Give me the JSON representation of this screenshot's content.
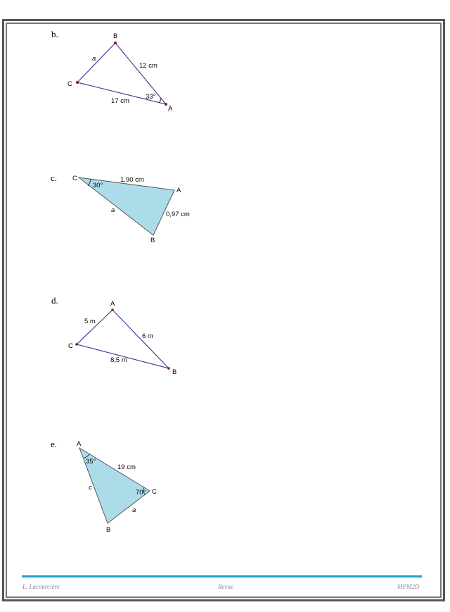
{
  "problems": [
    {
      "label": "b.",
      "vertices": {
        "A": "A",
        "B": "B",
        "C": "C"
      },
      "sides": {
        "CB": "a",
        "BA": "12 cm",
        "CA": "17 cm"
      },
      "angles": {
        "A": "33°"
      },
      "shaded": false
    },
    {
      "label": "c.",
      "vertices": {
        "A": "A",
        "B": "B",
        "C": "C"
      },
      "sides": {
        "CA": "1,90 cm",
        "AB": "0,97 cm",
        "CB": "a"
      },
      "angles": {
        "C": "30°"
      },
      "shaded": true
    },
    {
      "label": "d.",
      "vertices": {
        "A": "A",
        "B": "B",
        "C": "C"
      },
      "sides": {
        "CA": "5 m",
        "AB": "6 m",
        "CB": "8,5 m"
      },
      "angles": {},
      "shaded": false
    },
    {
      "label": "e.",
      "vertices": {
        "A": "A",
        "B": "B",
        "C": "C"
      },
      "sides": {
        "AC": "19 cm",
        "AB": "c",
        "BC": "a"
      },
      "angles": {
        "A": "35°",
        "C": "70°"
      },
      "shaded": true
    }
  ],
  "footer": {
    "author": "L. Lacourcière",
    "title": "Revue",
    "course": "MPM2D"
  },
  "colors": {
    "footer_rule": "#1e9fd3",
    "triangle_fill": "#acdcea",
    "triangle_stroke": "#4a3fa0",
    "vertex_dot": "#8b1a1a"
  }
}
